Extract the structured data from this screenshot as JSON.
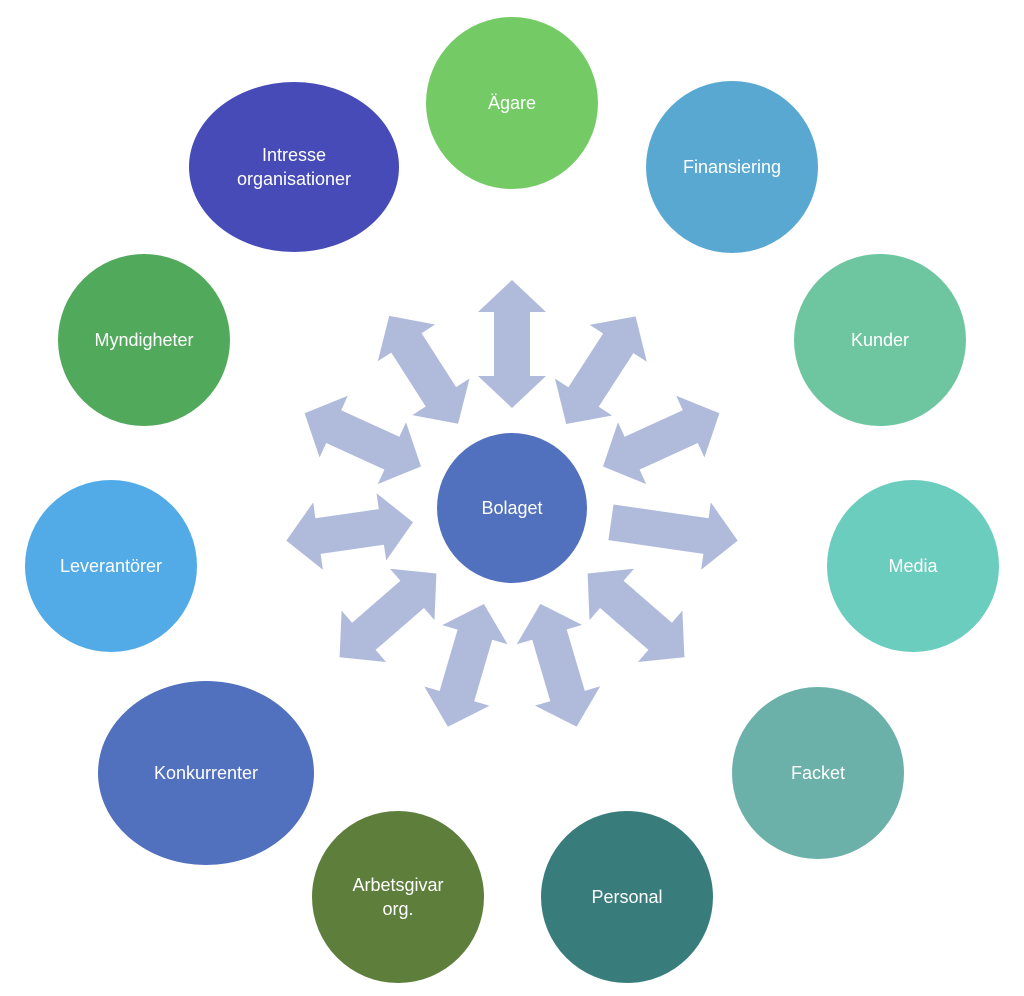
{
  "center": {
    "label": "Bolaget",
    "color": "#5170bd"
  },
  "stakeholders": [
    {
      "id": "agare",
      "lines": [
        "Ägare"
      ],
      "color": "#74cb66"
    },
    {
      "id": "finansiering",
      "lines": [
        "Finansiering"
      ],
      "color": "#58a8d2"
    },
    {
      "id": "kunder",
      "lines": [
        "Kunder"
      ],
      "color": "#6dc6a0"
    },
    {
      "id": "media",
      "lines": [
        "Media"
      ],
      "color": "#6bcdbd"
    },
    {
      "id": "facket",
      "lines": [
        "Facket"
      ],
      "color": "#6bb0a9"
    },
    {
      "id": "personal",
      "lines": [
        "Personal"
      ],
      "color": "#387d7c"
    },
    {
      "id": "arbetsgivar",
      "lines": [
        "Arbetsgivar",
        "org."
      ],
      "color": "#5e7f3c"
    },
    {
      "id": "konkurrenter",
      "lines": [
        "Konkurrenter"
      ],
      "color": "#5170bd"
    },
    {
      "id": "leverantorer",
      "lines": [
        "Leverantörer"
      ],
      "color": "#52abe6"
    },
    {
      "id": "myndigheter",
      "lines": [
        "Myndigheter"
      ],
      "color": "#51a95b"
    },
    {
      "id": "intresse",
      "lines": [
        "Intresse",
        "organisationer"
      ],
      "color": "#464bb7"
    }
  ],
  "arrow_color": "#b0bbdc",
  "arrow_directions": [
    "bidirectional",
    "bidirectional",
    "bidirectional",
    "outward",
    "bidirectional",
    "bidirectional",
    "bidirectional",
    "bidirectional",
    "bidirectional",
    "bidirectional",
    "bidirectional"
  ]
}
